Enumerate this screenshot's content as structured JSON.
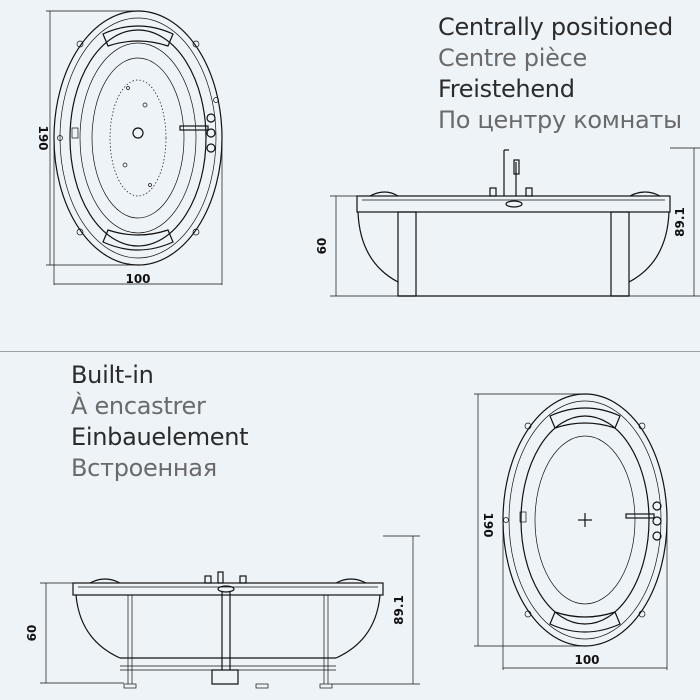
{
  "sections": {
    "top": {
      "labels": [
        "Centrally positioned",
        "Centre pièce",
        "Freistehend",
        "По центру комнаты"
      ],
      "dims": {
        "length": "190",
        "width": "100",
        "height_inner": "60",
        "height_total": "89.1"
      }
    },
    "bottom": {
      "labels": [
        "Built-in",
        "À encastrer",
        "Einbauelement",
        "Встроенная"
      ],
      "dims": {
        "length": "190",
        "width": "100",
        "height_inner": "60",
        "height_total": "89.1"
      }
    }
  },
  "colors": {
    "background": "#eef3f7",
    "line": "#111111",
    "text_dark": "#2b2b2b",
    "text_grey": "#6a6a6a"
  }
}
